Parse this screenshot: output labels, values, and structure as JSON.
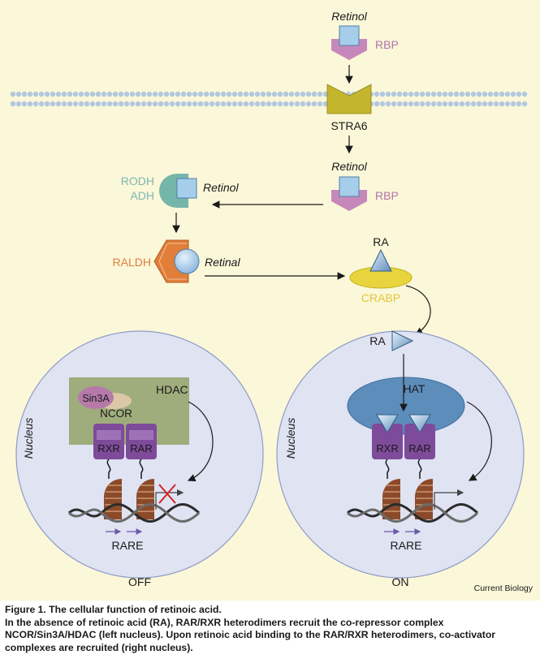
{
  "labels": {
    "retinol_top": "Retinol",
    "rbp_top": "RBP",
    "stra6": "STRA6",
    "retinol_mid": "Retinol",
    "rbp_mid": "RBP",
    "rodh": "RODH",
    "adh": "ADH",
    "retinol_left": "Retinol",
    "raldh": "RALDH",
    "retinal": "Retinal",
    "ra_top": "RA",
    "crabp": "CRABP",
    "ra_right": "RA",
    "hdac": "HDAC",
    "sin3a": "Sin3A",
    "ncor": "NCOR",
    "rxr_left": "RXR",
    "rar_left": "RAR",
    "rare_left": "RARE",
    "off": "OFF",
    "nucleus_left": "Nucleus",
    "hat": "HAT",
    "rxr_right": "RXR",
    "rar_right": "RAR",
    "rare_right": "RARE",
    "on": "ON",
    "nucleus_right": "Nucleus",
    "credit": "Current Biology"
  },
  "caption": {
    "title": "Figure 1. The cellular function of retinoic acid.",
    "body": "In the absence of retinoic acid (RA), RAR/RXR heterodimers recruit the co-repressor complex NCOR/Sin3A/HDAC (left nucleus). Upon retinoic acid binding to the RAR/RXR heterodimers, co-activator complexes are recruited (right nucleus)."
  },
  "colors": {
    "background": "#fbf7d9",
    "membrane": "#b3c7de",
    "rbp": "#c688bb",
    "retinol_square": "#a6cdea",
    "stra6": "#c3b62c",
    "rodh": "#74b6aa",
    "raldh": "#e07e3a",
    "crabp": "#e8d43c",
    "nucleus_fill": "#dfe3f2",
    "hdac_box": "#9fac7c",
    "sin3a": "#b67aaa",
    "receptor": "#7e4b9a",
    "hat": "#5d8dba",
    "dna_protein": "#8b4a2a"
  }
}
